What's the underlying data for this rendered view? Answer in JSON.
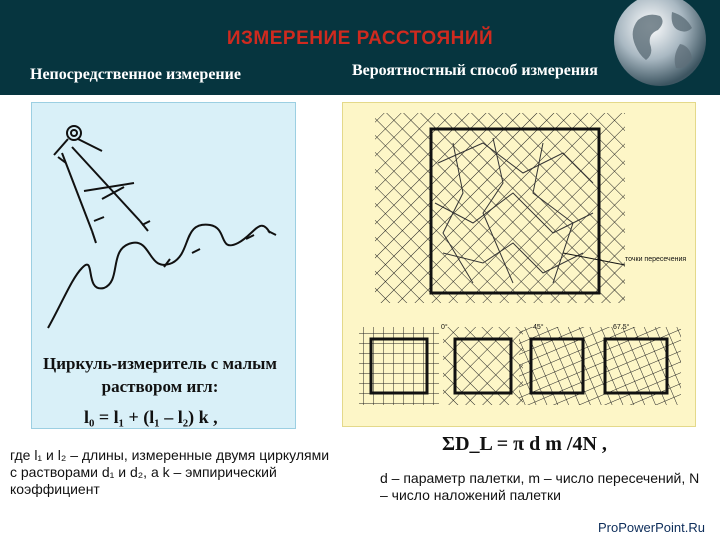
{
  "slide": {
    "title": "ИЗМЕРЕНИЕ РАССТОЯНИЙ",
    "left_heading": "Непосредственное измерение",
    "right_heading": "Вероятностный способ измерения",
    "caption": "Циркуль-измеритель с малым раствором игл:",
    "formula_left": "l₀ = l₁ + (l₁ – l₂) k ,",
    "description_left": "где l₁ и l₂ – длины, измеренные двумя циркулями с растворами d₁ и d₂, а k – эмпирический коэффициент",
    "formula_right": "ΣD_L = π d m /4N ,",
    "description_right": "d – параметр палетки, m – число пересечений, N – число наложений палетки",
    "footer": "ProPowerPoint.Ru"
  },
  "figure": {
    "callout_label": "точки пересечения",
    "angle_labels": [
      "0°",
      "45°",
      "67.5°"
    ]
  },
  "colors": {
    "header_bg": "#06353f",
    "title": "#cf2a1f",
    "left_panel": "#d9f0f8",
    "right_panel": "#fdf6c7"
  }
}
